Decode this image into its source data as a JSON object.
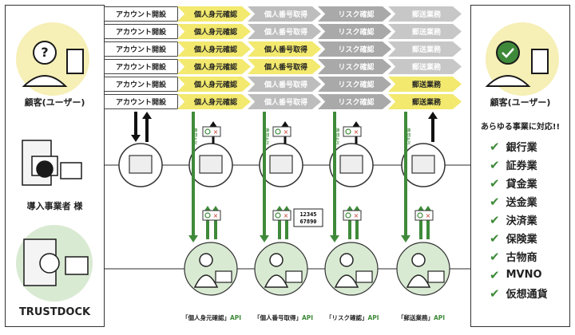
{
  "customer_left": {
    "label": "顧客(ユーザー)"
  },
  "customer_right": {
    "label": "顧客(ユーザー)"
  },
  "operator": {
    "label": "導入事業者 様"
  },
  "trustdock": {
    "label": "TRUSTDOCK"
  },
  "flow_rows": [
    [
      "アカウント開設",
      "個人身元確認",
      "個人番号取得",
      "リスク確認",
      "郵送業務"
    ],
    [
      "アカウント開設",
      "個人身元確認",
      "個人番号取得",
      "リスク確認",
      "郵送業務"
    ],
    [
      "アカウント開設",
      "個人身元確認",
      "個人番号取得",
      "リスク確認",
      "郵送業務"
    ],
    [
      "アカウント開設",
      "個人身元確認",
      "個人番号取得",
      "リスク確認",
      "郵送業務"
    ],
    [
      "アカウント開設",
      "個人身元確認",
      "個人番号取得",
      "リスク確認",
      "郵送業務"
    ],
    [
      "アカウント開設",
      "個人身元確認",
      "個人番号取得",
      "リスク確認",
      "郵送業務"
    ]
  ],
  "step_colors": [
    "#fff",
    "#f2e96e",
    "#bdbdbd",
    "#a9a9a9",
    "#c7c7c7"
  ],
  "active_step": [
    1,
    1,
    2,
    2,
    4,
    4
  ],
  "industries": {
    "heading": "あらゆる事業に対応!!",
    "items": [
      "銀行業",
      "証券業",
      "貸金業",
      "送金業",
      "決済業",
      "保険業",
      "古物商",
      "MVNO",
      "仮想通貨"
    ]
  },
  "apis": [
    {
      "name": "「個人身元確認」",
      "suffix": "API"
    },
    {
      "name": "「個人番号取得」",
      "suffix": "API"
    },
    {
      "name": "「リスク確認」",
      "suffix": "API"
    },
    {
      "name": "「郵送業務」",
      "suffix": "API"
    }
  ],
  "api_tag": "専用API",
  "mynumber_card": "12345\n67890",
  "colors": {
    "green": "#3f8a3a",
    "yellow": "#f2e96e",
    "mint": "#d9ead3",
    "black": "#1a1a1a"
  }
}
